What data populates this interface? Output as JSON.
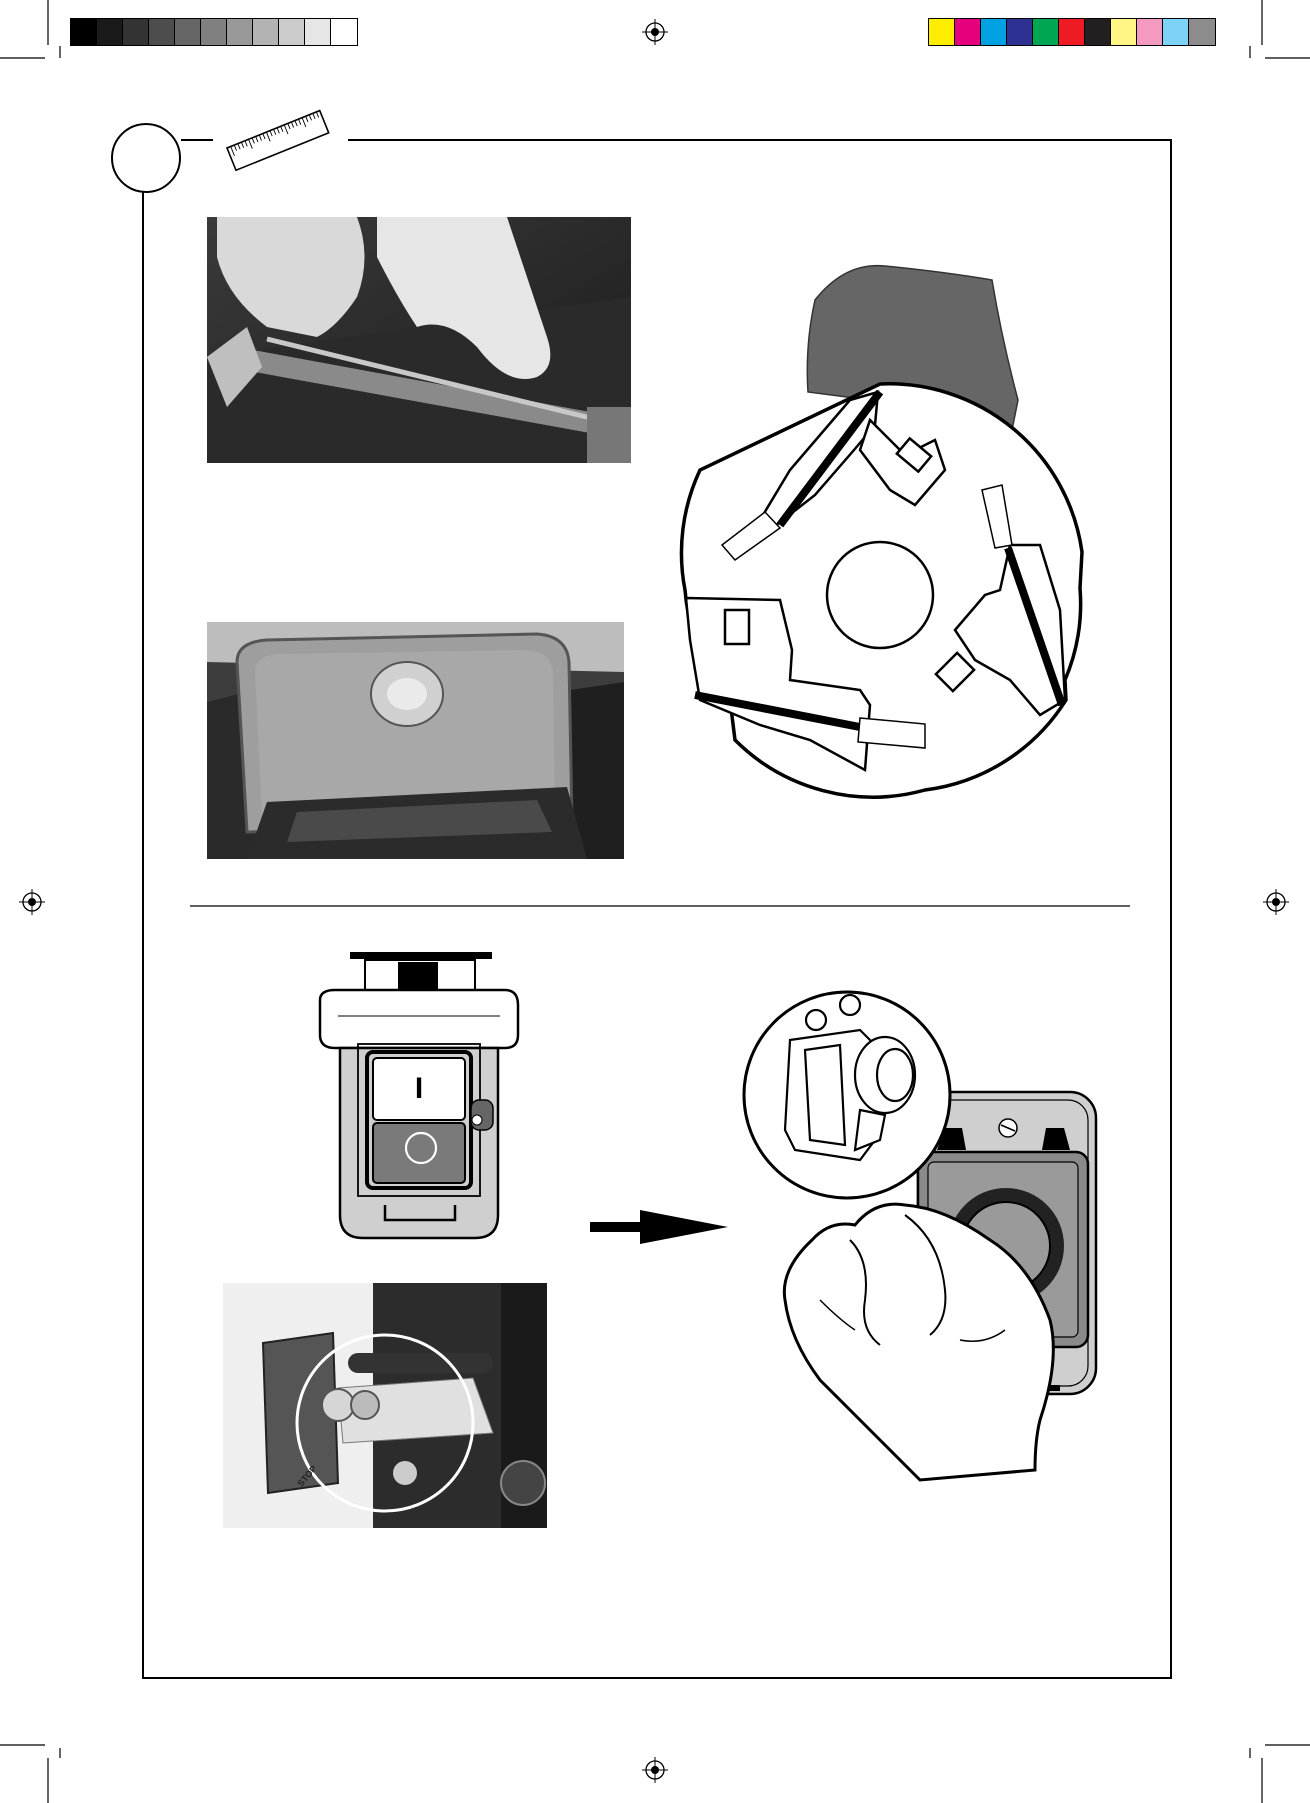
{
  "print_marks": {
    "grayscale_swatches": [
      "#000000",
      "#1a1a1a",
      "#333333",
      "#4d4d4d",
      "#666666",
      "#808080",
      "#999999",
      "#b3b3b3",
      "#cccccc",
      "#e6e6e6",
      "#ffffff"
    ],
    "color_swatches": [
      "#ffed00",
      "#e5007d",
      "#00a0e3",
      "#2e3192",
      "#00a651",
      "#ed1c24",
      "#231f20",
      "#fff685",
      "#f49ac1",
      "#7dd3f7",
      "#8c8c8c"
    ]
  },
  "switch": {
    "on_symbol": "I",
    "off_symbol": "O"
  },
  "photo_stop_button": {
    "label": "STOP"
  },
  "colors": {
    "frame": "#000000",
    "dark_fill": "#666666",
    "switch_body": "#cfcfcf",
    "off_button": "#7a7a7a"
  }
}
